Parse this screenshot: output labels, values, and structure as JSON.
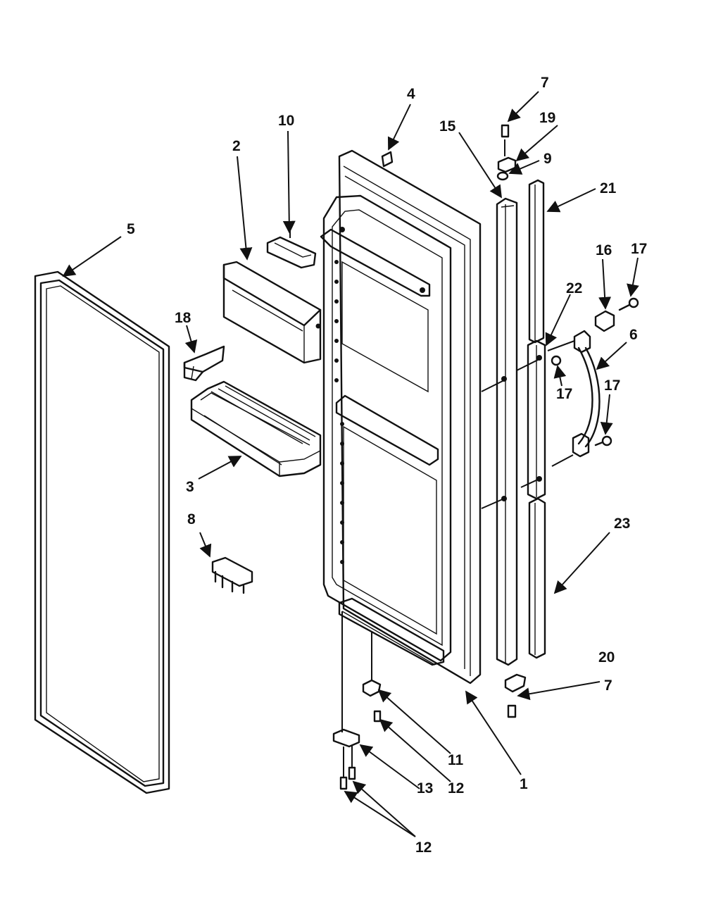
{
  "diagram": {
    "callouts": [
      {
        "id": "c1",
        "text": "1"
      },
      {
        "id": "c2",
        "text": "2"
      },
      {
        "id": "c3",
        "text": "3"
      },
      {
        "id": "c4",
        "text": "4"
      },
      {
        "id": "c5",
        "text": "5"
      },
      {
        "id": "c6",
        "text": "6"
      },
      {
        "id": "c7a",
        "text": "7"
      },
      {
        "id": "c7b",
        "text": "7"
      },
      {
        "id": "c8",
        "text": "8"
      },
      {
        "id": "c9",
        "text": "9"
      },
      {
        "id": "c10",
        "text": "10"
      },
      {
        "id": "c11",
        "text": "11"
      },
      {
        "id": "c12a",
        "text": "12"
      },
      {
        "id": "c12b",
        "text": "12"
      },
      {
        "id": "c13",
        "text": "13"
      },
      {
        "id": "c15",
        "text": "15"
      },
      {
        "id": "c16",
        "text": "16"
      },
      {
        "id": "c17a",
        "text": "17"
      },
      {
        "id": "c17b",
        "text": "17"
      },
      {
        "id": "c17c",
        "text": "17"
      },
      {
        "id": "c18",
        "text": "18"
      },
      {
        "id": "c19",
        "text": "19"
      },
      {
        "id": "c20",
        "text": "20"
      },
      {
        "id": "c21",
        "text": "21"
      },
      {
        "id": "c22",
        "text": "22"
      },
      {
        "id": "c23",
        "text": "23"
      }
    ]
  }
}
